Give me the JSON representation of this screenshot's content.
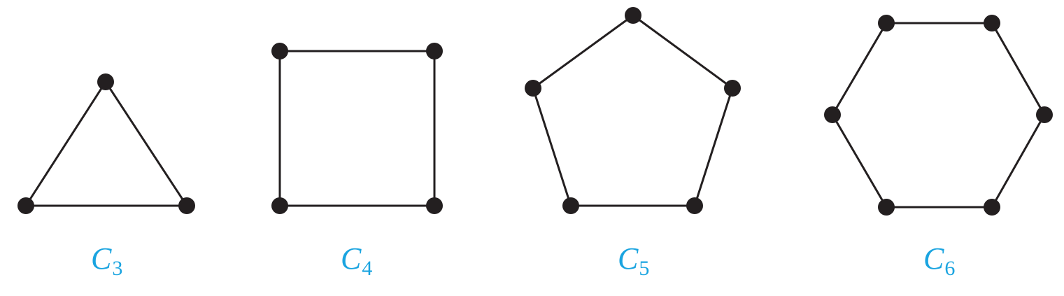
{
  "label_color": "#1aa4e0",
  "line_color": "#231f20",
  "graphs": [
    {
      "id": "c3",
      "letter": "C",
      "subscript": "3",
      "n": 3
    },
    {
      "id": "c4",
      "letter": "C",
      "subscript": "4",
      "n": 4
    },
    {
      "id": "c5",
      "letter": "C",
      "subscript": "5",
      "n": 5
    },
    {
      "id": "c6",
      "letter": "C",
      "subscript": "6",
      "n": 6
    }
  ]
}
